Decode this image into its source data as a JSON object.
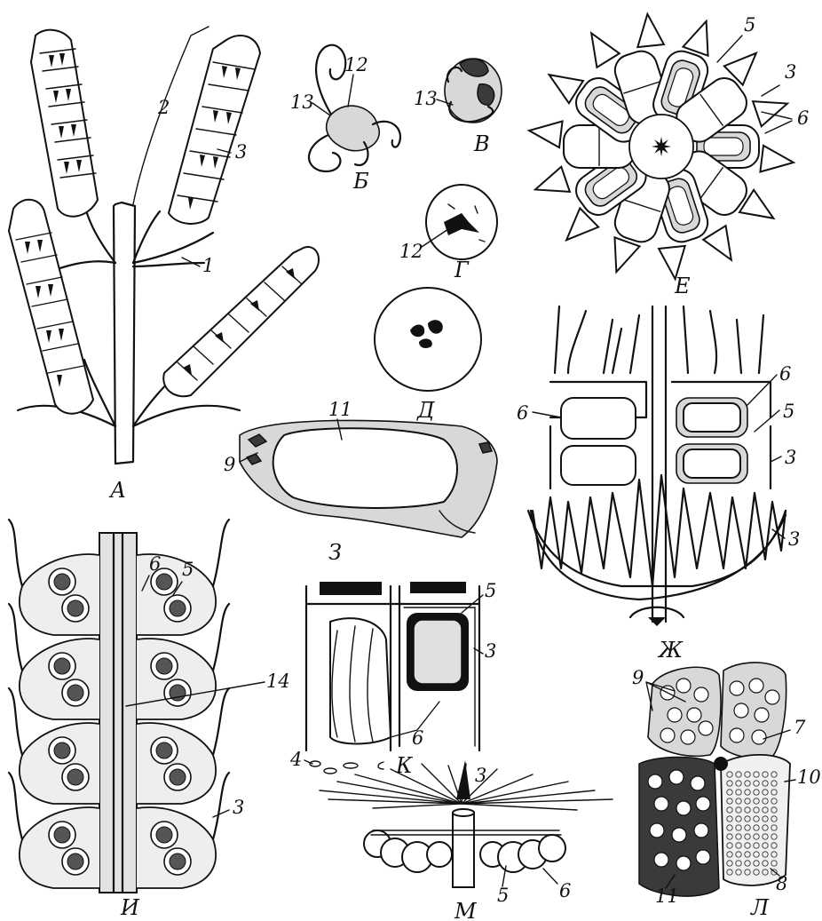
{
  "panels": [
    {
      "id": "A",
      "label": "А"
    },
    {
      "id": "B",
      "label": "Б"
    },
    {
      "id": "V",
      "label": "В"
    },
    {
      "id": "G",
      "label": "Г"
    },
    {
      "id": "D",
      "label": "Д"
    },
    {
      "id": "E",
      "label": "Е"
    },
    {
      "id": "ZH",
      "label": "Ж"
    },
    {
      "id": "Z",
      "label": "З"
    },
    {
      "id": "I",
      "label": "И"
    },
    {
      "id": "K",
      "label": "К"
    },
    {
      "id": "L",
      "label": "Л"
    },
    {
      "id": "M",
      "label": "М"
    }
  ],
  "numbers": {
    "n1": "1",
    "n2": "2",
    "n3": "3",
    "n4": "4",
    "n5": "5",
    "n6": "6",
    "n7": "7",
    "n8": "8",
    "n9": "9",
    "n10": "10",
    "n11": "11",
    "n12": "12",
    "n13": "13",
    "n14": "14"
  }
}
